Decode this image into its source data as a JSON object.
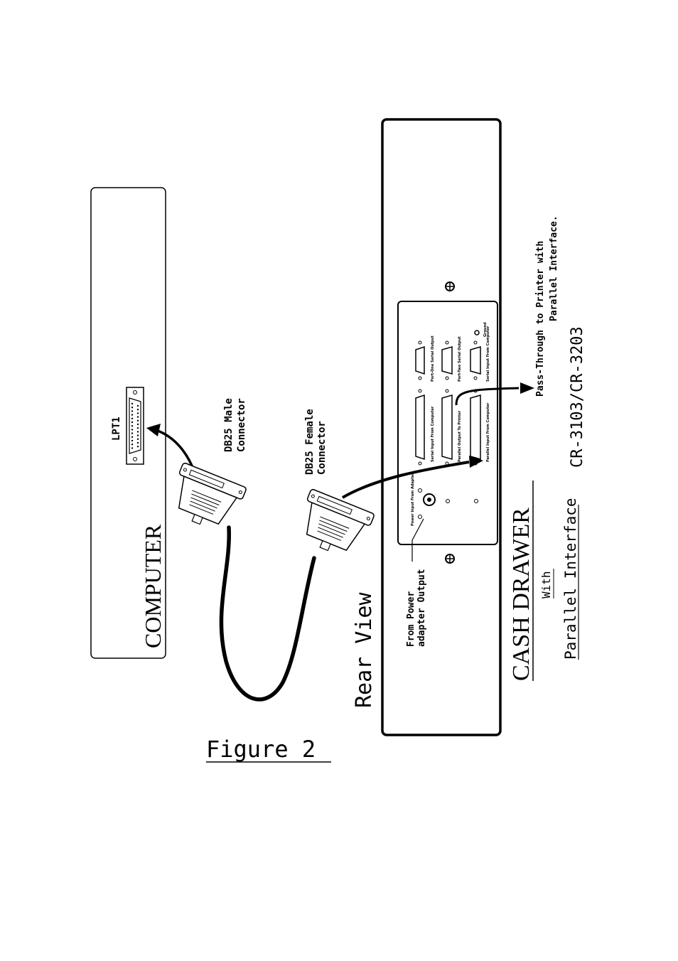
{
  "figure": {
    "caption": "Figure 2",
    "view_label": "Rear View"
  },
  "computer": {
    "title": "COMPUTER",
    "port_label": "LPT1"
  },
  "connectors": {
    "male": {
      "line1": "DB25 Male",
      "line2": "Connector"
    },
    "female": {
      "line1": "DB25 Female",
      "line2": "Connector"
    }
  },
  "drawer": {
    "title": "CASH DRAWER",
    "with": "With",
    "interface": "Parallel Interface",
    "model": "CR-3103/CR-3203",
    "power": {
      "line1": "From Power",
      "line2": "adapter Output"
    },
    "passthrough": {
      "line1": "Pass-Through to Printer with",
      "line2": "Parallel Interface."
    },
    "panel_labels": {
      "power_input": "Power Input From Adapter",
      "serial_input": "Serial Input From Computer",
      "parallel_output": "Parallel Output To Printer",
      "parallel_input": "Parallel Input From Computer",
      "port_one_serial": "Port-One Serial Output",
      "port_two_serial": "Port-Two Serial Output",
      "serial_input_2": "Serial Input From Computer",
      "ground": "Ground"
    }
  },
  "colors": {
    "ink": "#000000",
    "paper": "#ffffff"
  }
}
